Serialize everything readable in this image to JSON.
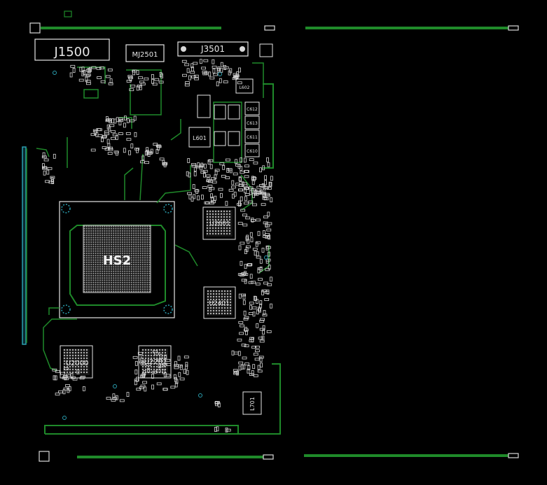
{
  "title": "",
  "colors": {
    "background": "#000000",
    "trace": "#1f8a2a",
    "trace_bright": "#2fb83a",
    "silkscreen": "#e6e6e6",
    "pad": "#d8d8d8",
    "via": "#2a9fb0"
  },
  "designators": {
    "connector_j1500": "J1500",
    "module_mj2501": "MJ2501",
    "connector_j3501": "J3501",
    "heatsink": "HS2",
    "chip_u2000": "U2000",
    "chip_u2201": "U2201",
    "chip_u2601": "U2601",
    "chip_u2401": "U2401",
    "inductor_l602": "L602",
    "inductor_l601": "L601",
    "inductor_l701": "L701",
    "cap_c612": "C612",
    "cap_c613": "C613",
    "cap_c611": "C611",
    "cap_c610": "C610"
  }
}
